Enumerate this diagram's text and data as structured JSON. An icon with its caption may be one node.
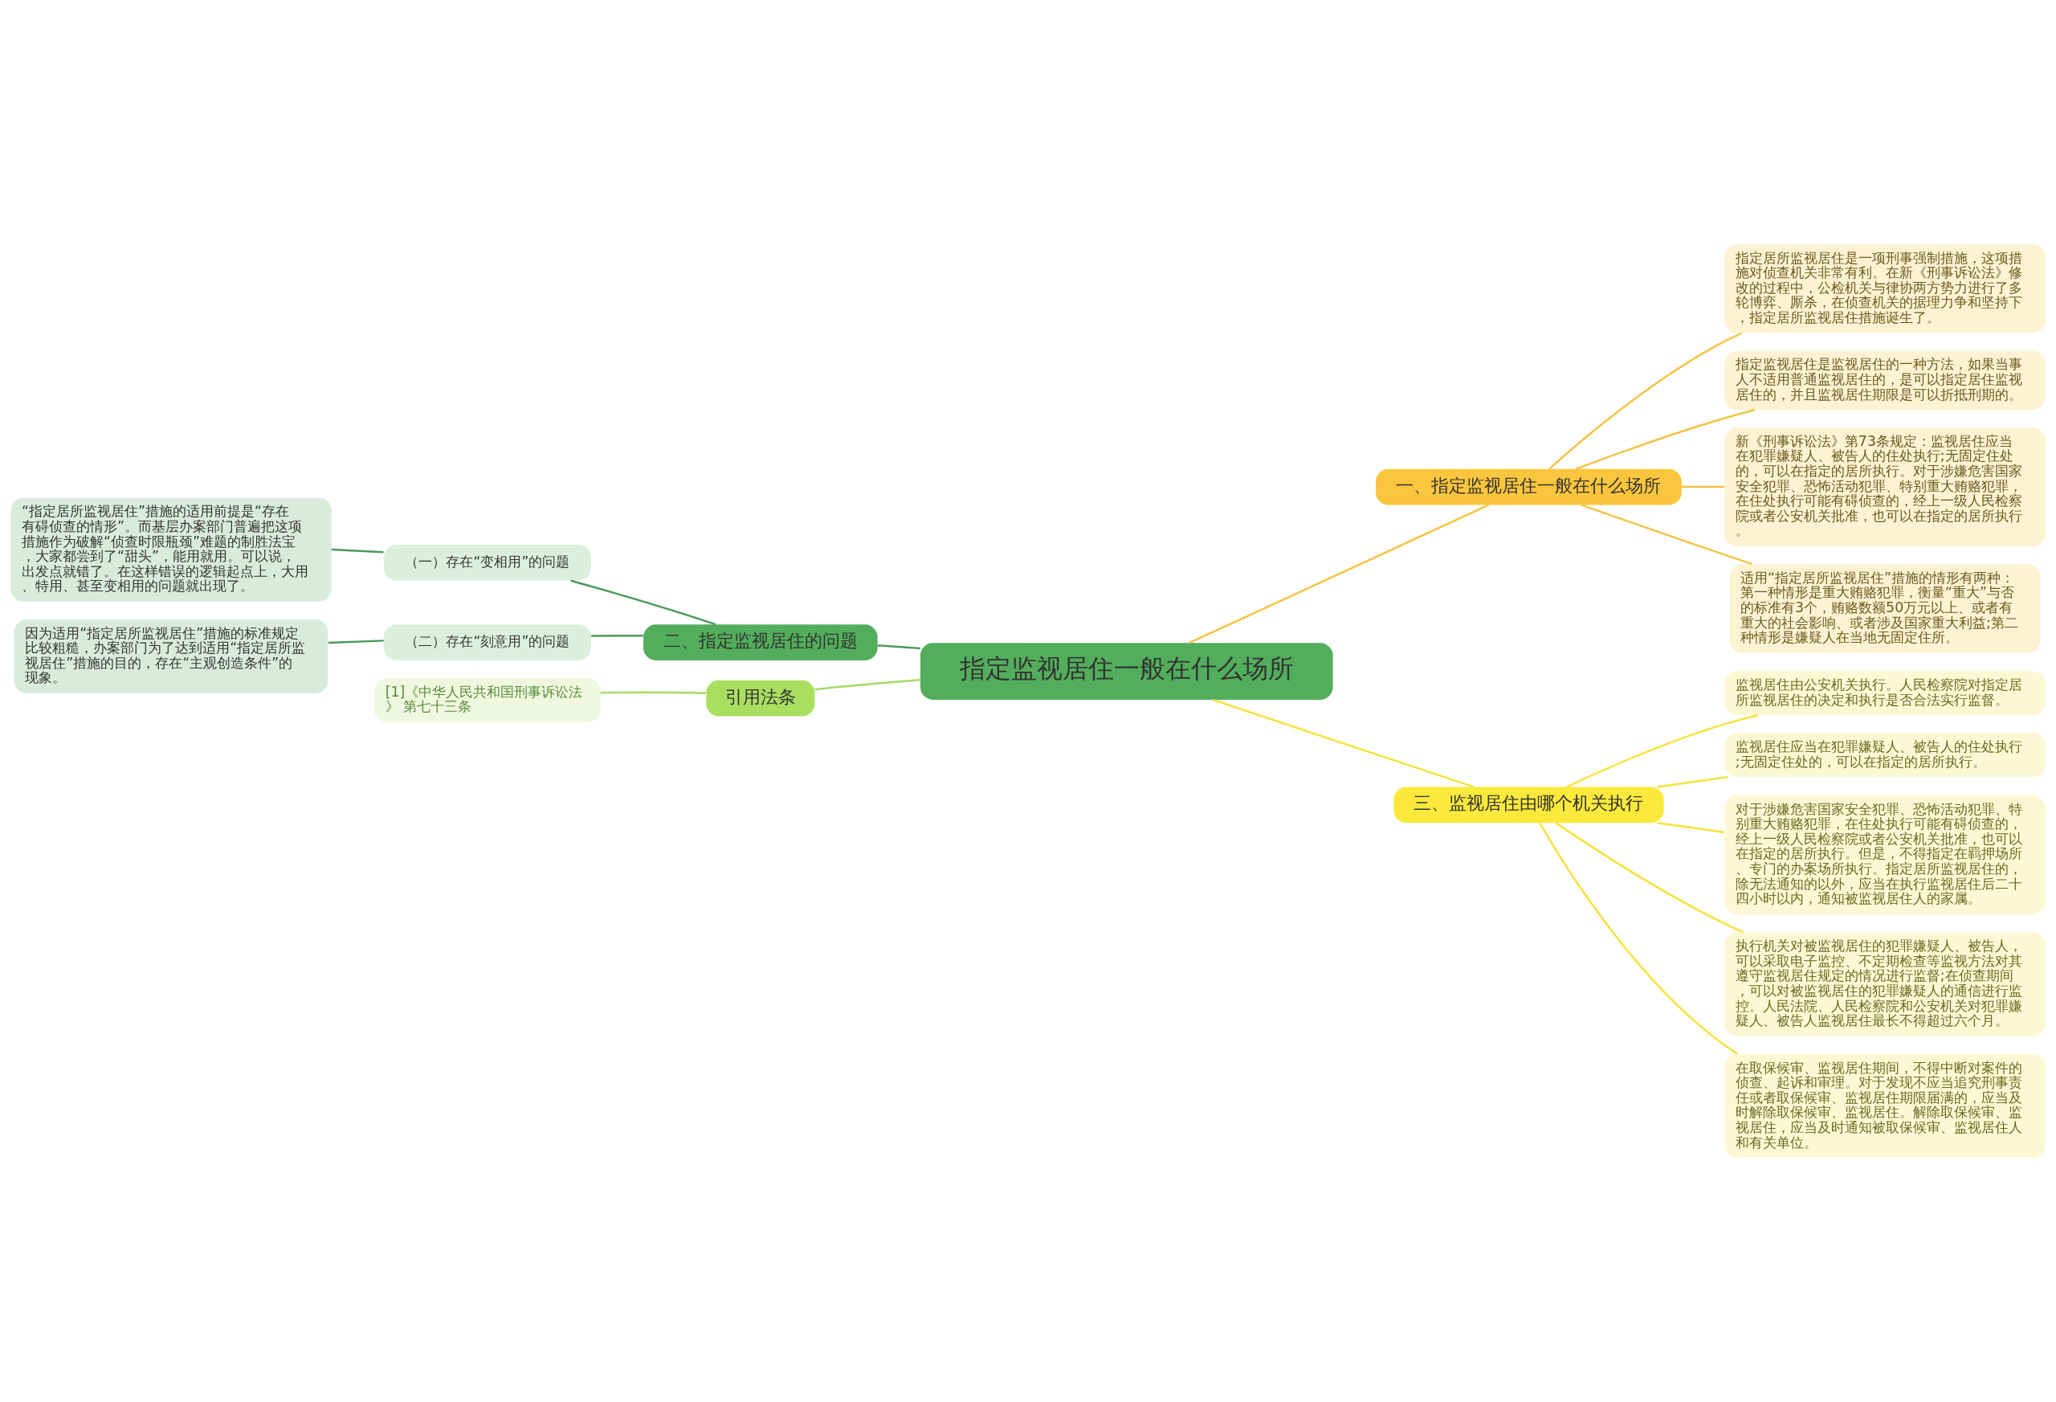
{
  "diagram": {
    "nodes": [
      {
        "text": [
          "指定监视居住一般在什么场所"
        ]
      },
      {
        "text": [
          "一、指定监视居住一般在什么场所"
        ]
      },
      {
        "text": [
          "指定居所监视居住是一项刑事强制措施，这项措施对侦查机关非常有利。在新《刑事诉讼法》修改的过程中，公检机关与律协两方势力进行了多轮博弈、厮杀，在侦查机关的据理力争和坚持下，指定居所监视居住措施诞生了。"
        ]
      },
      {
        "text": [
          "指定监视居住是监视居住的一种方法，如果当事人不适用普通监视居住的，是可以指定居住监视居住的，并且监视居住期限是可以折抵刑期的。"
        ]
      },
      {
        "text": [
          "新《刑事诉讼法》第73条规定：监视居住应当在犯罪嫌疑人、被告人的住处执行;无固定住处的，可以在指定的居所执行。对于涉嫌危害国家安全犯罪、恐怖活动犯罪、特别重大贿赂犯罪，在住处执行可能有碍侦查的，经上一级人民检察院或者公安机关批准，也可以在指定的居所执行。"
        ]
      },
      {
        "text": [
          "适用“指定居所监视居住”措施的情形有两种：第一种情形是重大贿赂犯罪，衡量“重大”与否的标准有3个，贿赂数额50万元以上、或者有重大的社会影响、或者涉及国家重大利益;第二种情形是嫌疑人在当地无固定住所。"
        ]
      },
      {
        "text": [
          "三、监视居住由哪个机关执行"
        ]
      },
      {
        "text": [
          "监视居住由公安机关执行。人民检察院对指定居所监视居住的决定和执行是否合法实行监督。"
        ]
      },
      {
        "text": [
          "监视居住应当在犯罪嫌疑人、被告人的住处执行;无固定住处的，可以在指定的居所执行。"
        ]
      },
      {
        "text": [
          "对于涉嫌危害国家安全犯罪、恐怖活动犯罪、特别重大贿赂犯罪，在住处执行可能有碍侦查的，经上一级人民检察院或者公安机关批准，也可以在指定的居所执行。但是，不得指定在羁押场所、专门的办案场所执行。指定居所监视居住的，除无法通知的以外，应当在执行监视居住后二十四小时以内，通知被监视居住人的家属。"
        ]
      },
      {
        "text": [
          "执行机关对被监视居住的犯罪嫌疑人、被告人，可以采取电子监控、不定期检查等监视方法对其遵守监视居住规定的情况进行监督;在侦查期间，可以对被监视居住的犯罪嫌疑人的通信进行监控。人民法院、人民检察院和公安机关对犯罪嫌疑人、被告人监视居住最长不得超过六个月。"
        ]
      },
      {
        "text": [
          "在取保候审、监视居住期间，不得中断对案件的侦查、起诉和审理。对于发现不应当追究刑事责任或者取保候审、监视居住期限届满的，应当及时解除取保候审、监视居住。解除取保候审、监视居住，应当及时通知被取保候审、监视居住人和有关单位。"
        ]
      },
      {
        "text": [
          "二、指定监视居住的问题"
        ]
      },
      {
        "text": [
          "（一）存在“变相用”的问题"
        ]
      },
      {
        "text": [
          "“指定居所监视居住”措施的适用前提是“存在有碍侦查的情形”。而基层办案部门普遍把这项措施作为破解“侦查时限瓶颈”难题的制胜法宝，大家都尝到了“甜头”，能用就用。可以说，出发点就错了。在这样错误的逻辑起点上，大用、特用、甚至变相用的问题就出现了。"
        ]
      },
      {
        "text": [
          "（二）存在“刻意用”的问题"
        ]
      },
      {
        "text": [
          "因为适用“指定居所监视居住”措施的标准规定比较粗糙，办案部门为了达到适用“指定居所监视居住”措施的目的，存在“主观创造条件”的现象。"
        ]
      },
      {
        "text": [
          "引用法条"
        ]
      },
      {
        "text": [
          "[1]《中华人民共和国刑事诉讼法》 第七十三条"
        ]
      }
    ],
    "edges": [
      {
        "from": 0,
        "to": 1,
        "arrow": "none",
        "color": "#f5c342"
      },
      {
        "from": 1,
        "to": 2,
        "arrow": "none",
        "color": "#f5c342"
      },
      {
        "from": 1,
        "to": 3,
        "arrow": "none",
        "color": "#f5c342"
      },
      {
        "from": 1,
        "to": 4,
        "arrow": "none",
        "color": "#f5c342"
      },
      {
        "from": 1,
        "to": 5,
        "arrow": "none",
        "color": "#f5c342"
      },
      {
        "from": 0,
        "to": 6,
        "arrow": "none"
      },
      {
        "from": 6,
        "to": 7,
        "arrow": "none"
      },
      {
        "from": 6,
        "to": 8,
        "arrow": "none"
      },
      {
        "from": 6,
        "to": 9,
        "arrow": "none"
      },
      {
        "from": 6,
        "to": 10,
        "arrow": "none"
      },
      {
        "from": 6,
        "to": 11,
        "arrow": "none"
      },
      {
        "from": 0,
        "to": 12,
        "arrow": "none",
        "color": "#4a9a5a"
      },
      {
        "from": 12,
        "to": 13,
        "arrow": "none",
        "color": "#4a9a5a"
      },
      {
        "from": 13,
        "to": 14,
        "arrow": "none",
        "color": "#4a9a5a"
      },
      {
        "from": 12,
        "to": 15,
        "arrow": "none",
        "color": "#4a9a5a"
      },
      {
        "from": 15,
        "to": 16,
        "arrow": "none",
        "color": "#4a9a5a"
      },
      {
        "from": 0,
        "to": 17,
        "arrow": "none",
        "color": "#a6d96a"
      },
      {
        "from": 17,
        "to": 18,
        "arrow": "none",
        "color": "#a6d96a"
      }
    ]
  }
}
